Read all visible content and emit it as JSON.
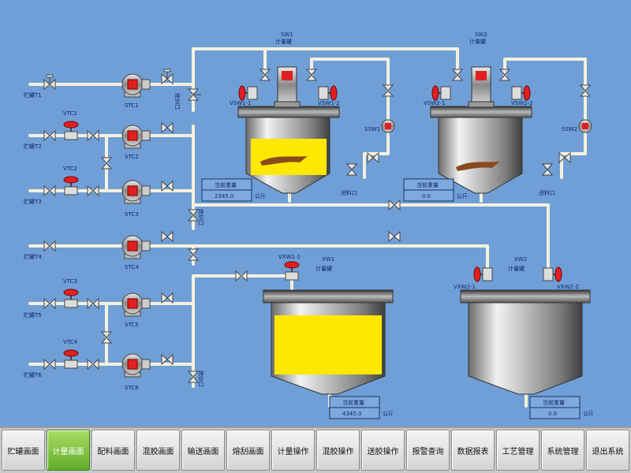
{
  "labels": {
    "tank_group1": "贮罐T1",
    "tank_group2": "贮罐T2",
    "tank_group3": "贮罐T3",
    "tank_group4": "贮罐T4",
    "tank_group5": "贮罐T5",
    "tank_group6": "贮罐T6",
    "vtc1": "VTC1",
    "vtc2": "VTC2",
    "vtc3": "VTC3",
    "vtc4": "VTC4",
    "stc1": "STC1",
    "stc2": "STC2",
    "stc3": "STC3",
    "stc4": "STC4",
    "stc5": "STC5",
    "stc6": "STC6",
    "drain1": "排空口",
    "drain2": "排空口",
    "drain3": "排空口",
    "sw1_title": "SW1",
    "sw1_sub": "计量罐",
    "sw2_title": "SW2",
    "sw2_sub": "计量罐",
    "xw1_title": "XW1",
    "xw1_sub": "计量罐",
    "xw2_title": "XW2",
    "xw2_sub": "计量罐",
    "vsw1_1": "VSW1-1",
    "vsw1_2": "VSW1-2",
    "vsw2_1": "VSW2-1",
    "vsw2_2": "VSW2-2",
    "vxw1_1": "VXW1-1",
    "vxw2_1": "VXW2-1",
    "vxw2_2": "VXW2-2",
    "ssw1": "SSW1",
    "ssw2": "SSW2",
    "inlet1": "进料口",
    "inlet2": "进料口"
  },
  "readouts": {
    "sw1": {
      "label": "当前重量",
      "value": "2345.0",
      "unit": "公斤"
    },
    "sw2": {
      "label": "当前重量",
      "value": "0.0",
      "unit": "公斤"
    },
    "xw1": {
      "label": "当前重量",
      "value": "4345.0",
      "unit": "公斤"
    },
    "xw2": {
      "label": "当前重量",
      "value": "0.0",
      "unit": "公斤"
    }
  },
  "levels": {
    "sw1": 0.7,
    "xw1": 0.75
  },
  "colors": {
    "background": "#6f9fd6",
    "pipe": "#f4f1dc",
    "liquid": "#ffe800",
    "valve_handle": "#e02020",
    "nav_active": "#63ad2a"
  },
  "nav": [
    {
      "label": "贮罐画面"
    },
    {
      "label": "计量画面"
    },
    {
      "label": "配料画面"
    },
    {
      "label": "混胶画面"
    },
    {
      "label": "输送画面"
    },
    {
      "label": "熔刮画面"
    },
    {
      "label": "计量操作"
    },
    {
      "label": "混胶操作"
    },
    {
      "label": "送胶操作"
    },
    {
      "label": "报警查询"
    },
    {
      "label": "数据报表"
    },
    {
      "label": "工艺管理"
    },
    {
      "label": "系统管理"
    },
    {
      "label": "退出系统"
    }
  ],
  "nav_active_index": 1
}
